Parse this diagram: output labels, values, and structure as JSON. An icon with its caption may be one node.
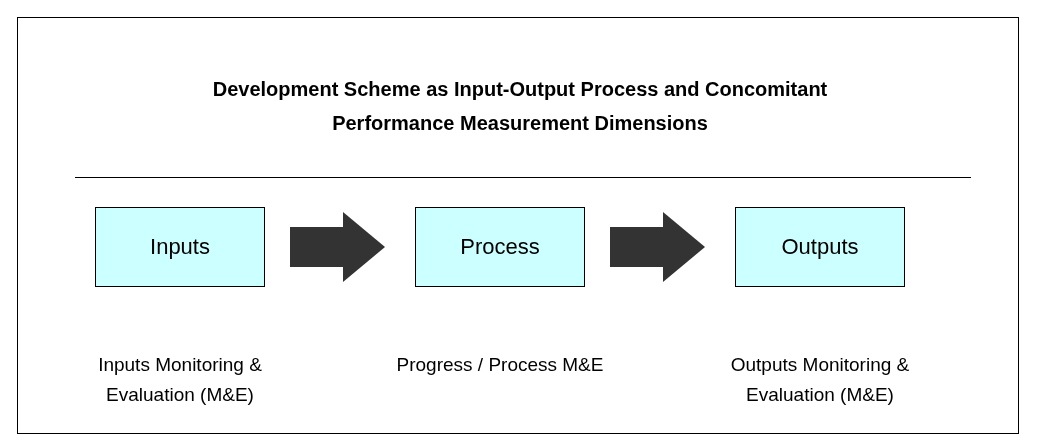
{
  "diagram": {
    "title": "Development Scheme as Input-Output Process and Concomitant Performance Measurement Dimensions",
    "nodes": [
      {
        "text": [
          "Inputs"
        ],
        "beside": [
          "Inputs Monitoring & Evaluation (M&E)"
        ]
      },
      {
        "text": [
          "Process"
        ],
        "beside": [
          "Progress / Process M&E"
        ]
      },
      {
        "text": [
          "Outputs"
        ],
        "beside": [
          "Outputs Monitoring & Evaluation (M&E)"
        ]
      }
    ],
    "edges": [
      {
        "from": 0,
        "to": 1,
        "arrow": "to"
      },
      {
        "from": 1,
        "to": 2,
        "arrow": "to"
      }
    ]
  }
}
